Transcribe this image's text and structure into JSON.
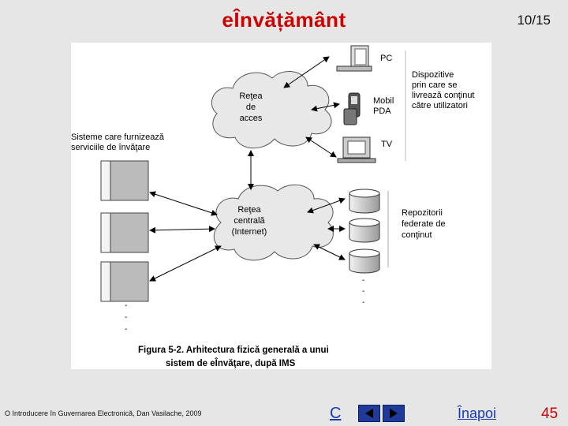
{
  "header": {
    "title": "eÎnvățământ",
    "slide_counter": "10/15"
  },
  "figure": {
    "network_access": [
      "Reţea",
      "de",
      "acces"
    ],
    "network_central": [
      "Reţea",
      "centrală",
      "(Internet)"
    ],
    "devices": {
      "pc": "PC",
      "mobile": [
        "Mobil",
        "PDA"
      ],
      "tv": "TV"
    },
    "devices_label": [
      "Dispozitive",
      "prin care se",
      "livrează conţinut",
      "către utilizatori"
    ],
    "systems_label": [
      "Sisteme care furnizează",
      "serviciile de învăţare"
    ],
    "repo_label": [
      "Repozitorii",
      "federate de",
      "conţinut"
    ],
    "ellipsis": "-",
    "caption": [
      "Figura 5-2. Arhitectura fizică generală a unui",
      "sistem de eÎnvăţare, după IMS"
    ]
  },
  "footer": {
    "credit": "O Introducere în Guvernarea Electronică, Dan Vasilache, 2009",
    "c_link": "C",
    "back_link": "Înapoi",
    "page_number": "45"
  }
}
